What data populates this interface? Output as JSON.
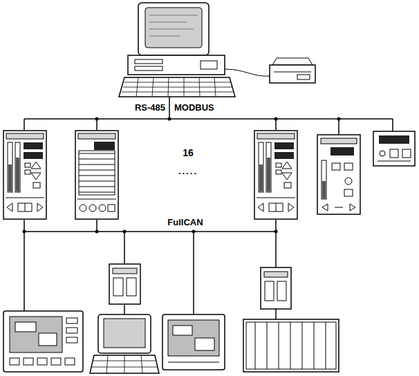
{
  "diagram": {
    "labels": [
      "RS-485",
      "MODBUS",
      "16",
      ".....",
      "FullCAN"
    ]
  }
}
